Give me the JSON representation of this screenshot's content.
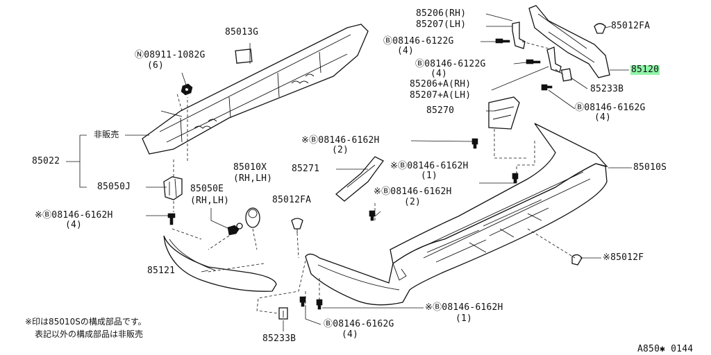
{
  "diagram": {
    "ref_code": "A850✱ 0144",
    "labels": {
      "p85206_rh": "85206(RH)",
      "p85207_lh": "85207(LH)",
      "p85012fa_top": "85012FA",
      "bolt_6122g_1": "Ⓑ08146-6122G",
      "bolt_6122g_1_qty": "(4)",
      "p85013g": "85013G",
      "nut_1082g": "Ⓝ08911-1082G",
      "nut_1082g_qty": "(6)",
      "bolt_6122g_2": "Ⓑ08146-6122G",
      "bolt_6122g_2_qty": "(4)",
      "p85120": "85120",
      "p85206a_rh": "85206+A(RH)",
      "p85207a_lh": "85207+A(LH)",
      "p85233b_top": "85233B",
      "bolt_6162g_top": "Ⓑ08146-6162G",
      "bolt_6162g_top_qty": "(4)",
      "p85270": "85270",
      "not_sold": "非販売",
      "bolt_6162h_2": "※Ⓑ08146-6162H",
      "bolt_6162h_2_qty": "(2)",
      "p85022": "85022",
      "p85010x": "85010X",
      "p85010x_side": "(RH,LH)",
      "p85271": "85271",
      "bolt_6162h_1": "※Ⓑ08146-6162H",
      "bolt_6162h_1_qty": "(1)",
      "p85010s": "85010S",
      "p85050j": "85050J",
      "p85050e": "85050E",
      "p85050e_side": "(RH,LH)",
      "p85012fa_mid": "85012FA",
      "bolt_6162h_3": "※Ⓑ08146-6162H",
      "bolt_6162h_3_qty": "(2)",
      "bolt_6162h_4": "※Ⓑ08146-6162H",
      "bolt_6162h_4_qty": "(4)",
      "p85121": "85121",
      "p85012f": "※85012F",
      "bolt_6162h_5": "※Ⓑ08146-6162H",
      "bolt_6162h_5_qty": "(1)",
      "bolt_6162g_bottom": "Ⓑ08146-6162G",
      "bolt_6162g_bottom_qty": "(4)",
      "p85233b_bottom": "85233B"
    },
    "notes": {
      "line1": "※印は85010Sの構成部品です。",
      "line2": "表記以外の構成部品は非販売"
    },
    "colors": {
      "highlight": "#8ff5a8",
      "ink": "#111111"
    }
  }
}
